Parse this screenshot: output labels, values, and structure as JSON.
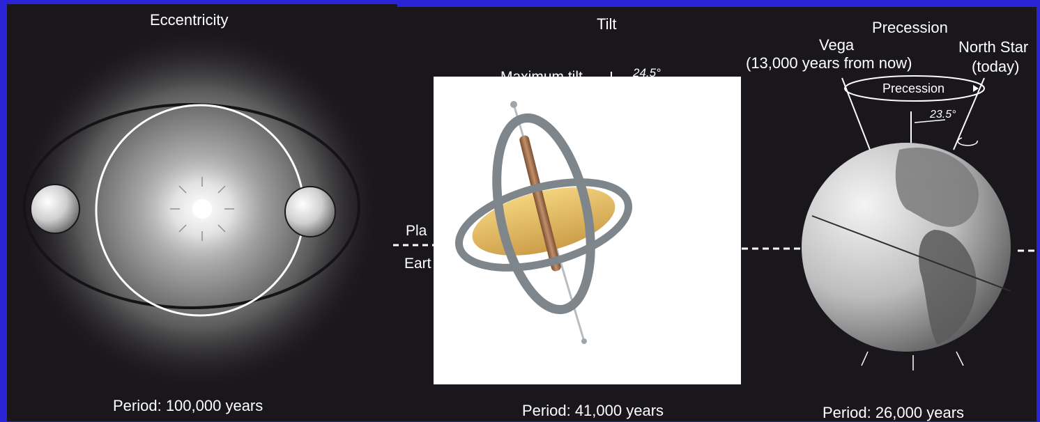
{
  "eccentricity": {
    "title": "Eccentricity",
    "period": "Period: 100,000 years"
  },
  "tilt": {
    "title": "Tilt",
    "max_tilt_label": "Maximum tilt",
    "max_tilt_value": "24.5°",
    "plane_label_fragment": "Pla",
    "earth_label_fragment": "Eart",
    "period": "Period: 41,000 years"
  },
  "precession": {
    "title": "Precession",
    "vega_label": "Vega",
    "vega_sub": "(13,000 years from now)",
    "north_star_label": "North Star",
    "north_star_sub": "(today)",
    "arc_label": "Precession",
    "angle_label": "23.5°",
    "period": "Period: 26,000 years"
  },
  "colors": {
    "frame": "#2a24d6",
    "panel": "#1a171c",
    "gyro_ring": "#7e868c",
    "gyro_disc": "#e0b24e",
    "gyro_axle": "#9a6a48"
  }
}
